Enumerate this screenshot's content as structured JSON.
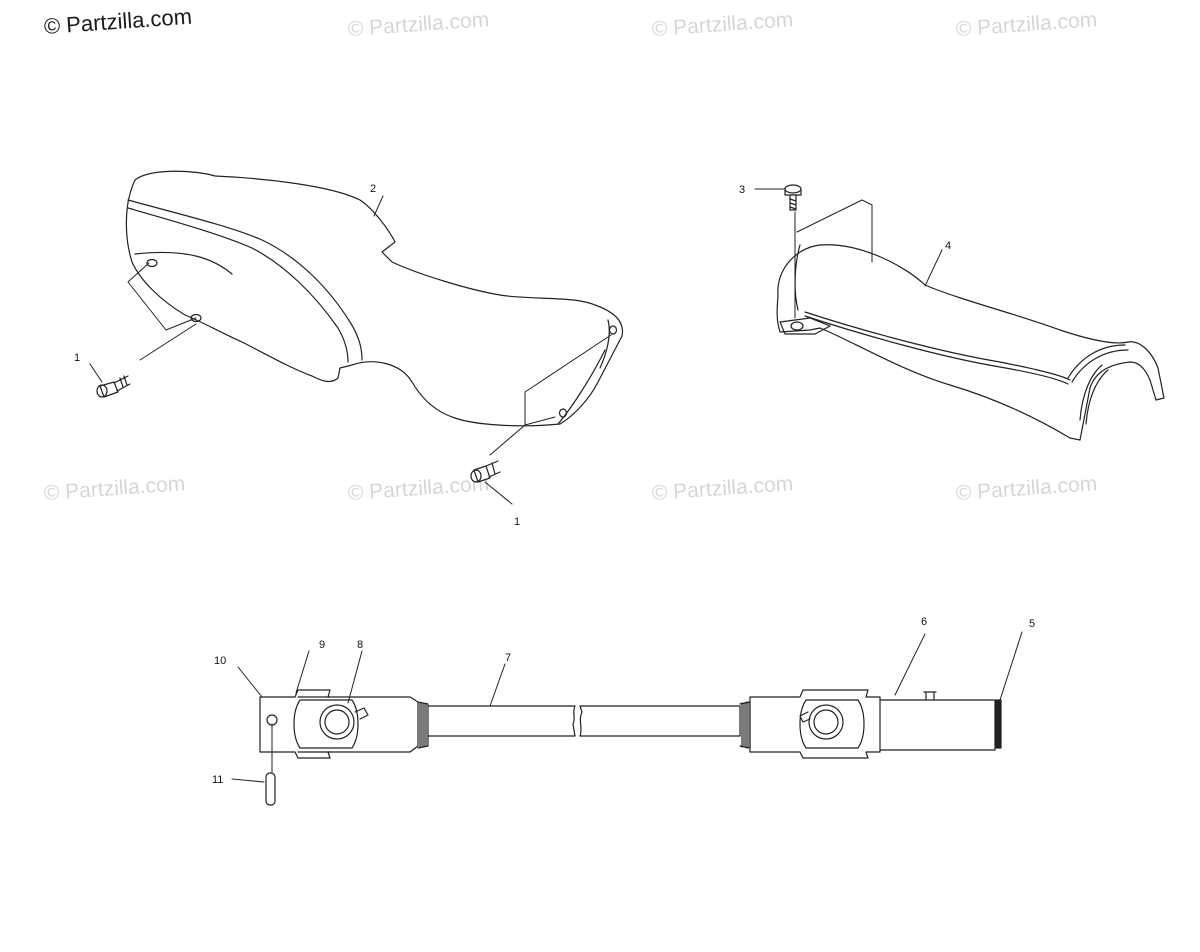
{
  "watermark_main": "© Partzilla.com",
  "watermarks": [
    "© Partzilla.com",
    "© Partzilla.com",
    "© Partzilla.com",
    "© Partzilla.com",
    "© Partzilla.com",
    "© Partzilla.com",
    "© Partzilla.com"
  ],
  "callouts": {
    "c1a": "1",
    "c1b": "1",
    "c2": "2",
    "c3": "3",
    "c4": "4",
    "c5": "5",
    "c6": "6",
    "c7": "7",
    "c8": "8",
    "c9": "9",
    "c10": "10",
    "c11": "11"
  }
}
